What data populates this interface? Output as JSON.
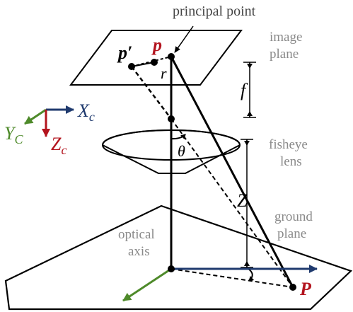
{
  "labels": {
    "principal_point": "principal point",
    "image_plane_line1": "image",
    "image_plane_line2": "plane",
    "fisheye_line1": "fisheye",
    "fisheye_line2": "lens",
    "ground_line1": "ground",
    "ground_line2": "plane",
    "optical_line1": "optical",
    "optical_line2": "axis"
  },
  "symbols": {
    "p_prime": "p′",
    "p": "p",
    "r": "r",
    "f": "f",
    "theta": "θ",
    "Z": "Z",
    "P": "P"
  },
  "axes": {
    "x_main": "X",
    "x_sub": "c",
    "y_main": "Y",
    "y_sub": "C",
    "z_main": "Z",
    "z_sub": "c"
  },
  "colors": {
    "x_axis": "#1f3a6e",
    "y_axis": "#4e8a2a",
    "z_axis": "#b3141e",
    "gray_text": "#8a8a8a",
    "red_point": "#b3141e"
  }
}
